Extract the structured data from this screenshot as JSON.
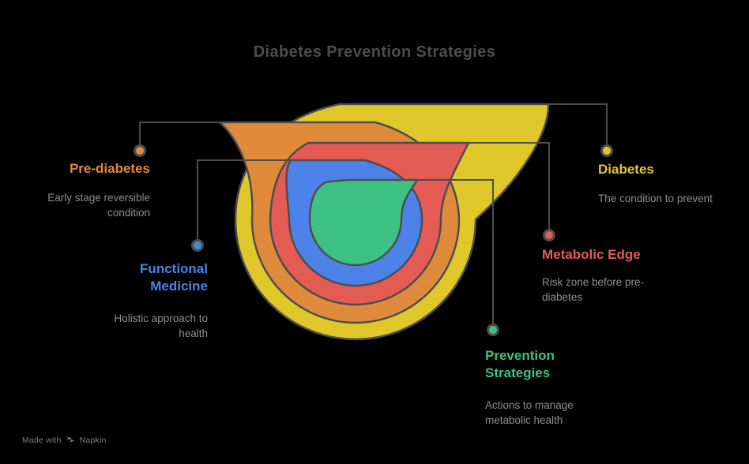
{
  "title": "Diabetes Prevention Strategies",
  "layers": [
    {
      "id": "diabetes",
      "label": "Diabetes",
      "description": "The condition to prevent",
      "color": "#e0c82b"
    },
    {
      "id": "pre-diabetes",
      "label": "Pre-diabetes",
      "description": "Early stage reversible condition",
      "color": "#e08b3c"
    },
    {
      "id": "metabolic-edge",
      "label": "Metabolic Edge",
      "description": "Risk zone before pre-diabetes",
      "color": "#e45b54"
    },
    {
      "id": "functional-medicine",
      "label": "Functional Medicine",
      "description": "Holistic approach to health",
      "color": "#4c82e8"
    },
    {
      "id": "prevention-strategies",
      "label": "Prevention Strategies",
      "description": "Actions to manage metabolic health",
      "color": "#3ec284"
    }
  ],
  "colors": {
    "background": "#000000",
    "outline": "#4d4d4d",
    "connector": "#4d4d4d",
    "title": "#4d4d4d",
    "description": "#8e8e8e",
    "footer": "#7d7d7d"
  },
  "footer": {
    "made_with": "Made with",
    "brand": "Napkin"
  }
}
